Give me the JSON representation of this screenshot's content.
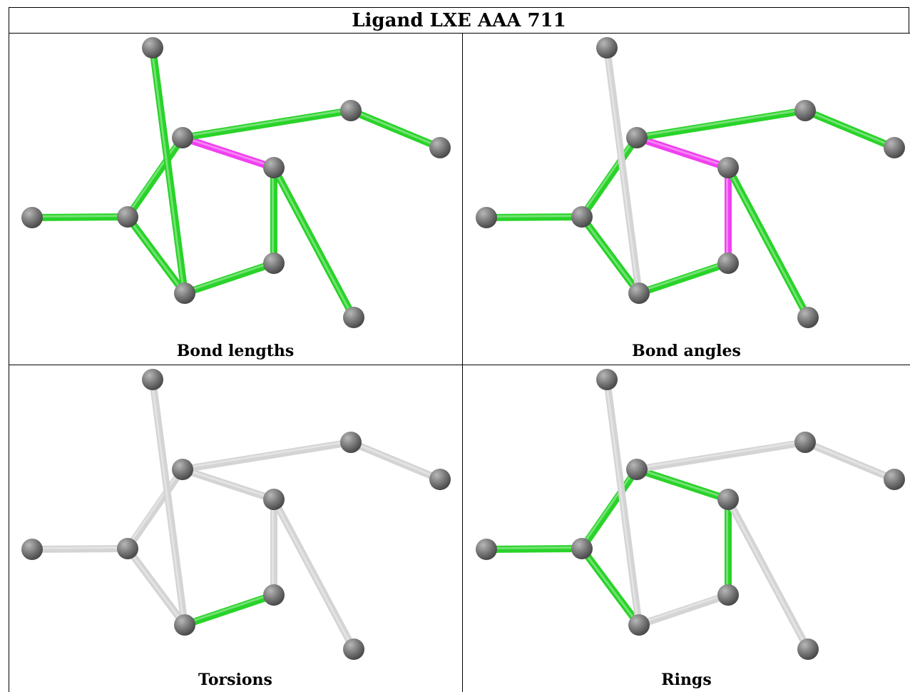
{
  "title": "Ligand LXE AAA 711",
  "colors": {
    "outlier_bond": "#f040f0",
    "normal_bond": "#29d329",
    "unused_bond": "#d4d4d4",
    "atom": "#7a7a7a"
  },
  "molecule": {
    "atoms": [
      {
        "id": "a1"
      },
      {
        "id": "a2"
      },
      {
        "id": "a3"
      },
      {
        "id": "a4"
      },
      {
        "id": "a5"
      },
      {
        "id": "a6"
      },
      {
        "id": "a7"
      },
      {
        "id": "a8"
      },
      {
        "id": "a9"
      },
      {
        "id": "a10"
      }
    ],
    "bonds": [
      [
        "a1",
        "a2"
      ],
      [
        "a2",
        "a3"
      ],
      [
        "a3",
        "a4"
      ],
      [
        "a4",
        "a5"
      ],
      [
        "a2",
        "a6"
      ],
      [
        "a6",
        "a7"
      ],
      [
        "a3",
        "a8"
      ],
      [
        "a8",
        "a9"
      ],
      [
        "a4",
        "a10"
      ],
      [
        "a5",
        "a6"
      ]
    ]
  },
  "panels": [
    {
      "caption": "Bond lengths",
      "bond_status": [
        "green",
        "green",
        "magenta",
        "green",
        "green",
        "green",
        "green",
        "green",
        "green",
        "green"
      ]
    },
    {
      "caption": "Bond angles",
      "bond_status": [
        "green",
        "green",
        "magenta",
        "magenta",
        "green",
        "grey",
        "green",
        "green",
        "green",
        "green"
      ]
    },
    {
      "caption": "Torsions",
      "bond_status": [
        "grey",
        "grey",
        "grey",
        "grey",
        "grey",
        "grey",
        "grey",
        "grey",
        "grey",
        "green"
      ]
    },
    {
      "caption": "Rings",
      "bond_status": [
        "green",
        "green",
        "green",
        "green",
        "green",
        "grey",
        "grey",
        "grey",
        "grey",
        "grey"
      ]
    }
  ]
}
